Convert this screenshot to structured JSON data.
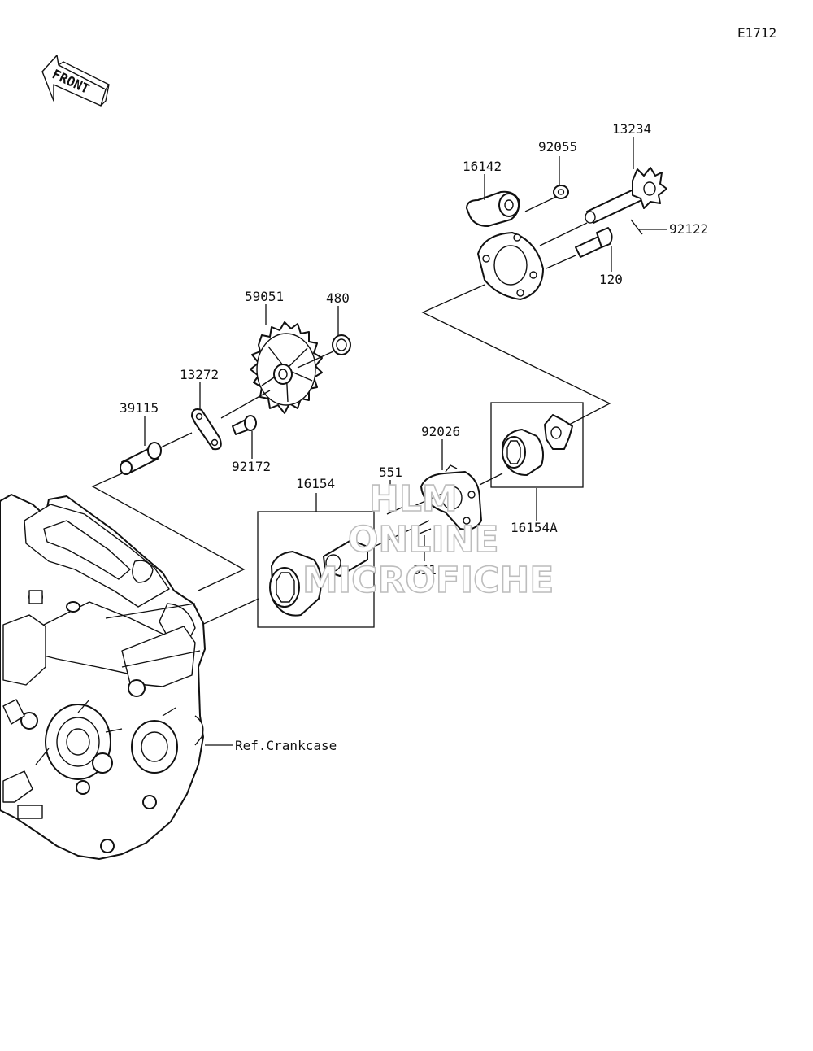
{
  "diagram_code": "E1712",
  "front_label": "FRONT",
  "watermark": [
    "HLM",
    "ONLINE",
    "MICROFICHE"
  ],
  "parts": {
    "p16142": "16142",
    "p92055": "92055",
    "p13234": "13234",
    "p92122": "92122",
    "p120": "120",
    "p59051": "59051",
    "p480": "480",
    "p13272": "13272",
    "p39115": "39115",
    "p92172": "92172",
    "p92026": "92026",
    "p16154": "16154",
    "p551a": "551",
    "p551b": "551",
    "p16154A": "16154A"
  },
  "ref_crankcase": "Ref.Crankcase"
}
